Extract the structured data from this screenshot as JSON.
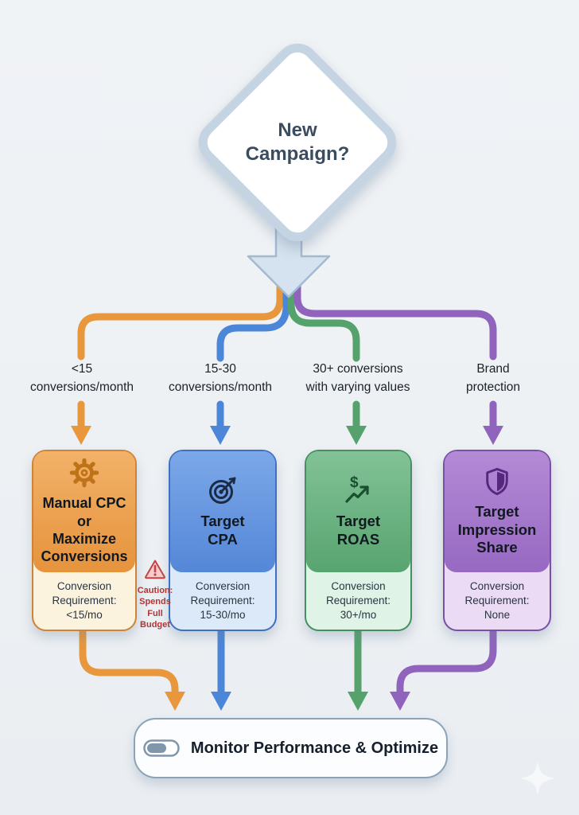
{
  "decision": {
    "label": "New Campaign?"
  },
  "branches": [
    {
      "condition_lines": [
        "<15",
        "conversions/month"
      ],
      "icon": "gear-icon",
      "title_lines": [
        "Manual CPC",
        "or",
        "Maximize",
        "Conversions"
      ],
      "requirement_label": "Conversion Requirement:",
      "requirement_value": "<15/mo",
      "color": "#E8973D"
    },
    {
      "condition_lines": [
        "15-30",
        "conversions/month"
      ],
      "icon": "target-icon",
      "title_lines": [
        "Target",
        "CPA"
      ],
      "requirement_label": "Conversion Requirement:",
      "requirement_value": "15-30/mo",
      "color": "#4C86D8"
    },
    {
      "condition_lines": [
        "30+ conversions",
        "with varying values"
      ],
      "icon": "dollar-trend-icon",
      "title_lines": [
        "Target",
        "ROAS"
      ],
      "requirement_label": "Conversion Requirement:",
      "requirement_value": "30+/mo",
      "color": "#55A26C"
    },
    {
      "condition_lines": [
        "Brand",
        "protection"
      ],
      "icon": "shield-icon",
      "title_lines": [
        "Target",
        "Impression",
        "Share"
      ],
      "requirement_label": "Conversion Requirement:",
      "requirement_value": "None",
      "color": "#9064BD"
    }
  ],
  "caution": {
    "lines": [
      "Caution:",
      "Spends",
      "Full",
      "Budget"
    ]
  },
  "footer": {
    "label": "Monitor Performance & Optimize"
  },
  "colors": {
    "background": "#EDF1F4",
    "diamond_border": "#C5D4E3",
    "block_arrow": "#D5E2EF",
    "orange": "#E8973D",
    "orange_dark": "#CE8335",
    "orange_light": "#FCF3DF",
    "blue": "#4C86D8",
    "blue_dark": "#3F70C2",
    "blue_light": "#DCE9F8",
    "green": "#55A26C",
    "green_dark": "#44905F",
    "green_light": "#DFF3E6",
    "purple": "#9064BD",
    "purple_dark": "#7A50A6",
    "purple_light": "#EBDBF4",
    "caution_red": "#B03636",
    "footer_border": "#8BA3B8"
  }
}
